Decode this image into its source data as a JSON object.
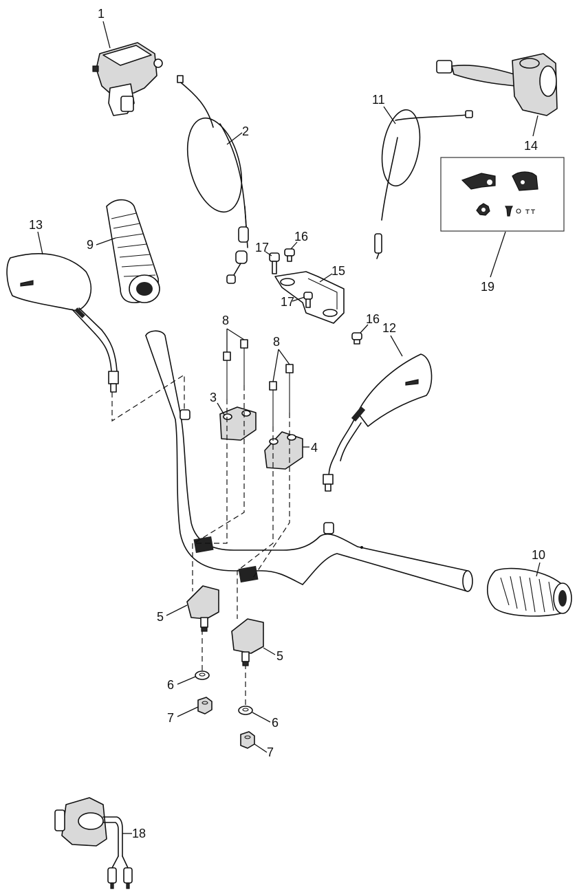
{
  "diagram": {
    "type": "exploded-parts-view",
    "callouts": {
      "c1": "1",
      "c2": "2",
      "c3": "3",
      "c4": "4",
      "c5a": "5",
      "c5b": "5",
      "c6a": "6",
      "c6b": "6",
      "c7a": "7",
      "c7b": "7",
      "c8a": "8",
      "c8b": "8",
      "c9": "9",
      "c10": "10",
      "c11": "11",
      "c12": "12",
      "c13": "13",
      "c14": "14",
      "c15": "15",
      "c16a": "16",
      "c16b": "16",
      "c17a": "17",
      "c17b": "17",
      "c18": "18",
      "c19": "19"
    }
  }
}
